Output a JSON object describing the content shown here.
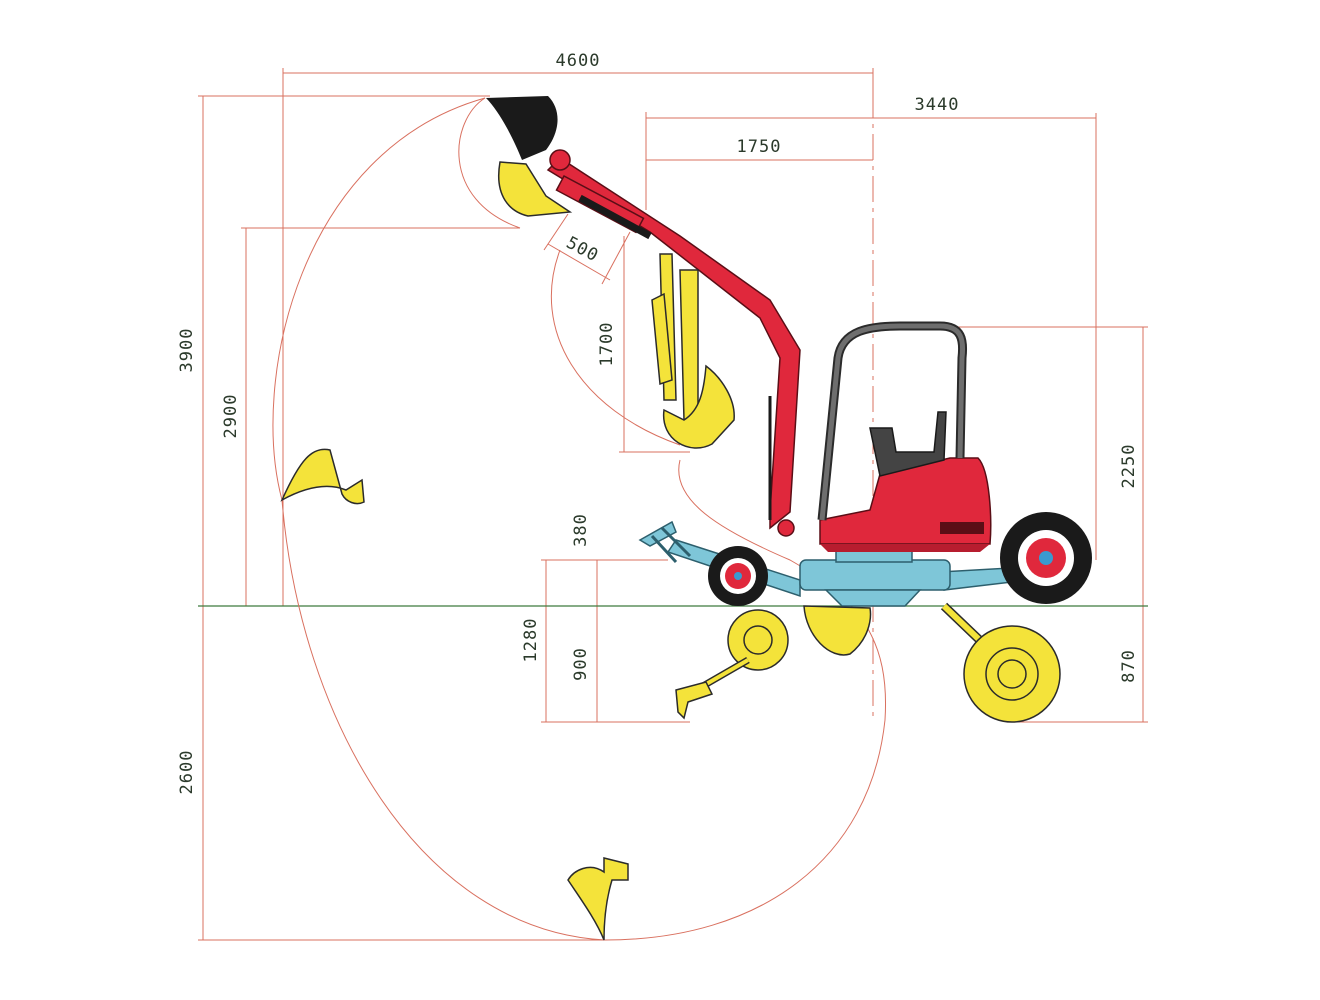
{
  "colors": {
    "background": "#ffffff",
    "dimension_line": "#d9705f",
    "ground_line": "#3f7a3f",
    "label_text": "#2b3a2b",
    "body_red": "#e0283c",
    "undercarriage_blue": "#7ec6d8",
    "attachment_yellow": "#f4e33a",
    "tire_dark": "#1a1a1a",
    "hub_red": "#e0283c",
    "hub_blue": "#3a9ad0",
    "cab_frame": "#4b4b4b",
    "seat": "#444444"
  },
  "dimensions": {
    "reach_total": "4600",
    "reach_rear": "3440",
    "boom_offset": "1750",
    "dipper_offset": "500",
    "dipper_height": "1700",
    "max_height": "3900",
    "dump_height": "2900",
    "cab_height": "2250",
    "blade_lift": "380",
    "blade_depth_total": "1280",
    "blade_depth": "900",
    "wheel_drop": "870",
    "dig_depth": "2600"
  },
  "icons": {
    "bucket": "excavator-bucket-icon",
    "wheel": "wheel-icon",
    "seat": "operator-seat-icon",
    "cab": "rollbar-icon"
  }
}
